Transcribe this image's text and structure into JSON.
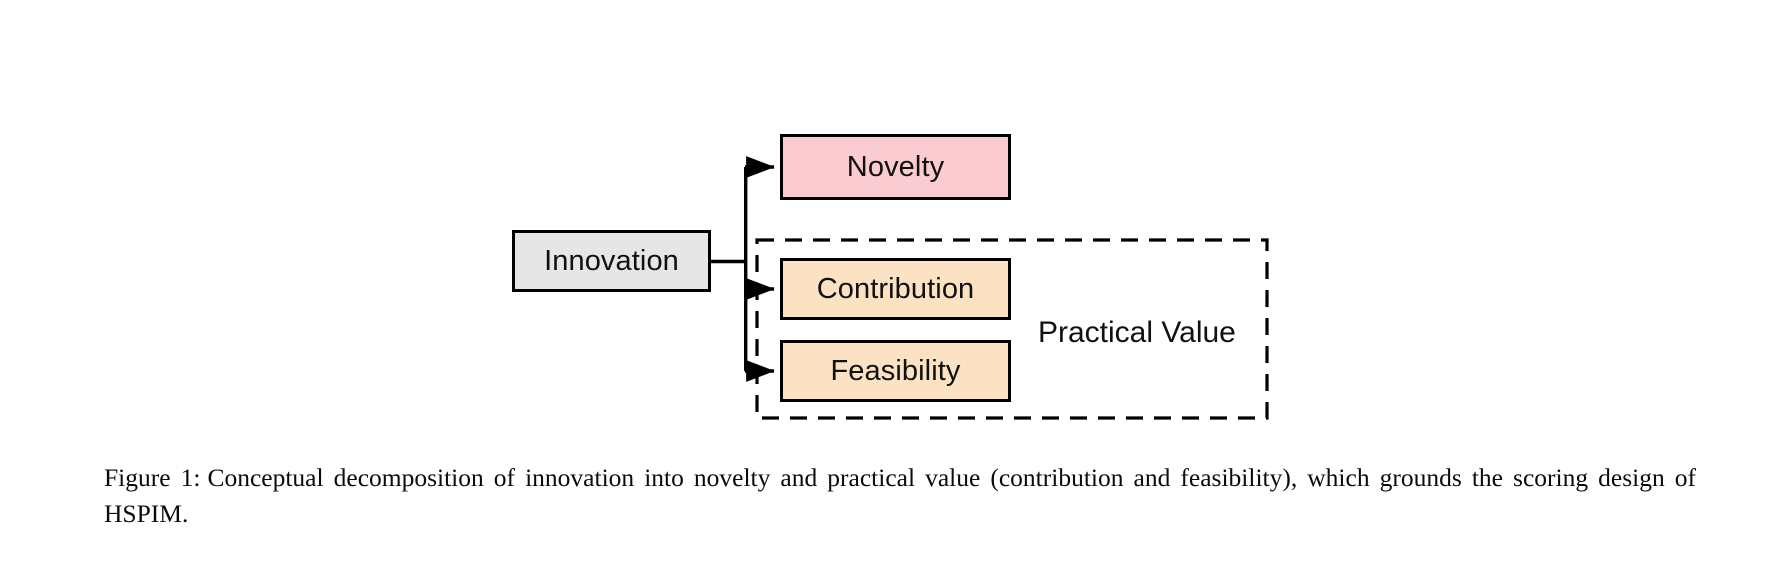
{
  "figure": {
    "caption_label": "Figure 1:",
    "caption_text": "Conceptual decomposition of innovation into novelty and practical value (contribution and feasibility), which grounds the scoring design of HSPIM.",
    "group_label": "Practical Value",
    "nodes": [
      {
        "id": "innovation",
        "label": "Innovation",
        "fill": "#E6E6E6",
        "stroke": "#000000"
      },
      {
        "id": "novelty",
        "label": "Novelty",
        "fill": "#FACBD0",
        "stroke": "#000000"
      },
      {
        "id": "contribution",
        "label": "Contribution",
        "fill": "#FBE2C3",
        "stroke": "#000000"
      },
      {
        "id": "feasibility",
        "label": "Feasibility",
        "fill": "#FBE2C3",
        "stroke": "#000000"
      }
    ],
    "edges": [
      {
        "from": "innovation",
        "to": "novelty",
        "style": "solid-arrow"
      },
      {
        "from": "innovation",
        "to": "contribution",
        "style": "solid-arrow"
      },
      {
        "from": "innovation",
        "to": "feasibility",
        "style": "solid-arrow"
      }
    ],
    "grouping": {
      "label": "Practical Value",
      "members": [
        "contribution",
        "feasibility"
      ],
      "border_style": "dashed",
      "border_color": "#000000"
    },
    "colors": {
      "background": "#FFFFFF",
      "line": "#000000",
      "text": "#111111",
      "node_neutral": "#E6E6E6",
      "node_novelty": "#FACBD0",
      "node_practical": "#FBE2C3"
    }
  }
}
